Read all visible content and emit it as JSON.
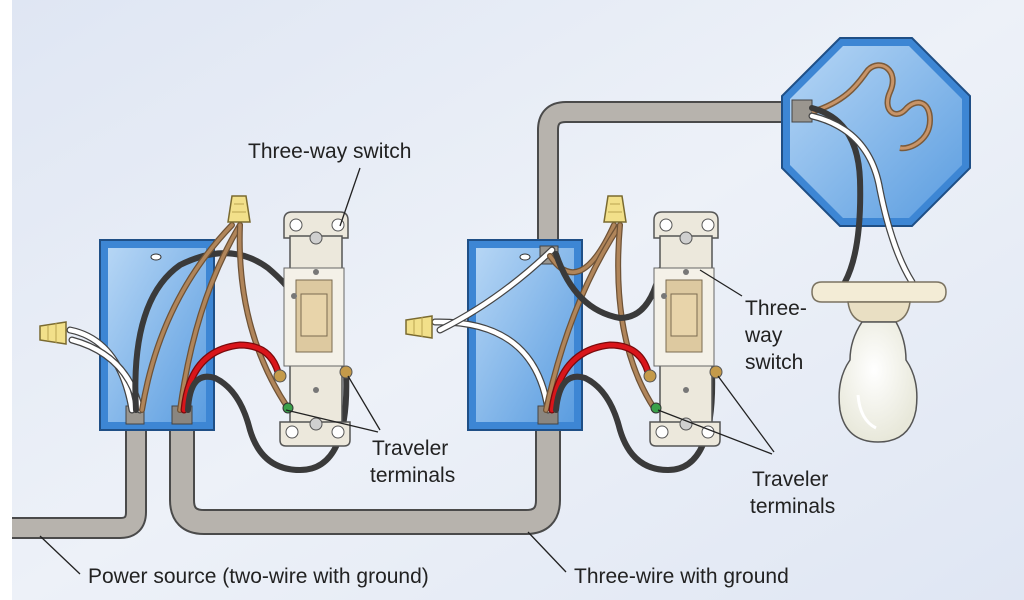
{
  "labels": {
    "three_way_switch_top": "Three-way switch",
    "three_way_switch_right": [
      "Three-",
      "way",
      "switch"
    ],
    "traveler_terminals_left": [
      "Traveler",
      "terminals"
    ],
    "traveler_terminals_right": [
      "Traveler",
      "terminals"
    ],
    "power_source": "Power source (two-wire with ground)",
    "three_wire": "Three-wire with ground"
  },
  "colors": {
    "background": "#e4eaf6",
    "box_blue": "#3d86d4",
    "box_light": "#9ec8f0",
    "cable": "#b7b3ad",
    "cable_outline": "#4a4a4a",
    "wire_black": "#3a3a3a",
    "wire_white": "#ffffff",
    "wire_red": "#d9151a",
    "wire_copper": "#b0855a",
    "wire_nut": "#f2e08a",
    "switch_body": "#ece8dc",
    "toggle": "#ddc9a0",
    "bulb": "#fbfbf4"
  },
  "icons": [
    "wire-nut-icon",
    "light-bulb-icon",
    "toggle-switch-icon"
  ]
}
